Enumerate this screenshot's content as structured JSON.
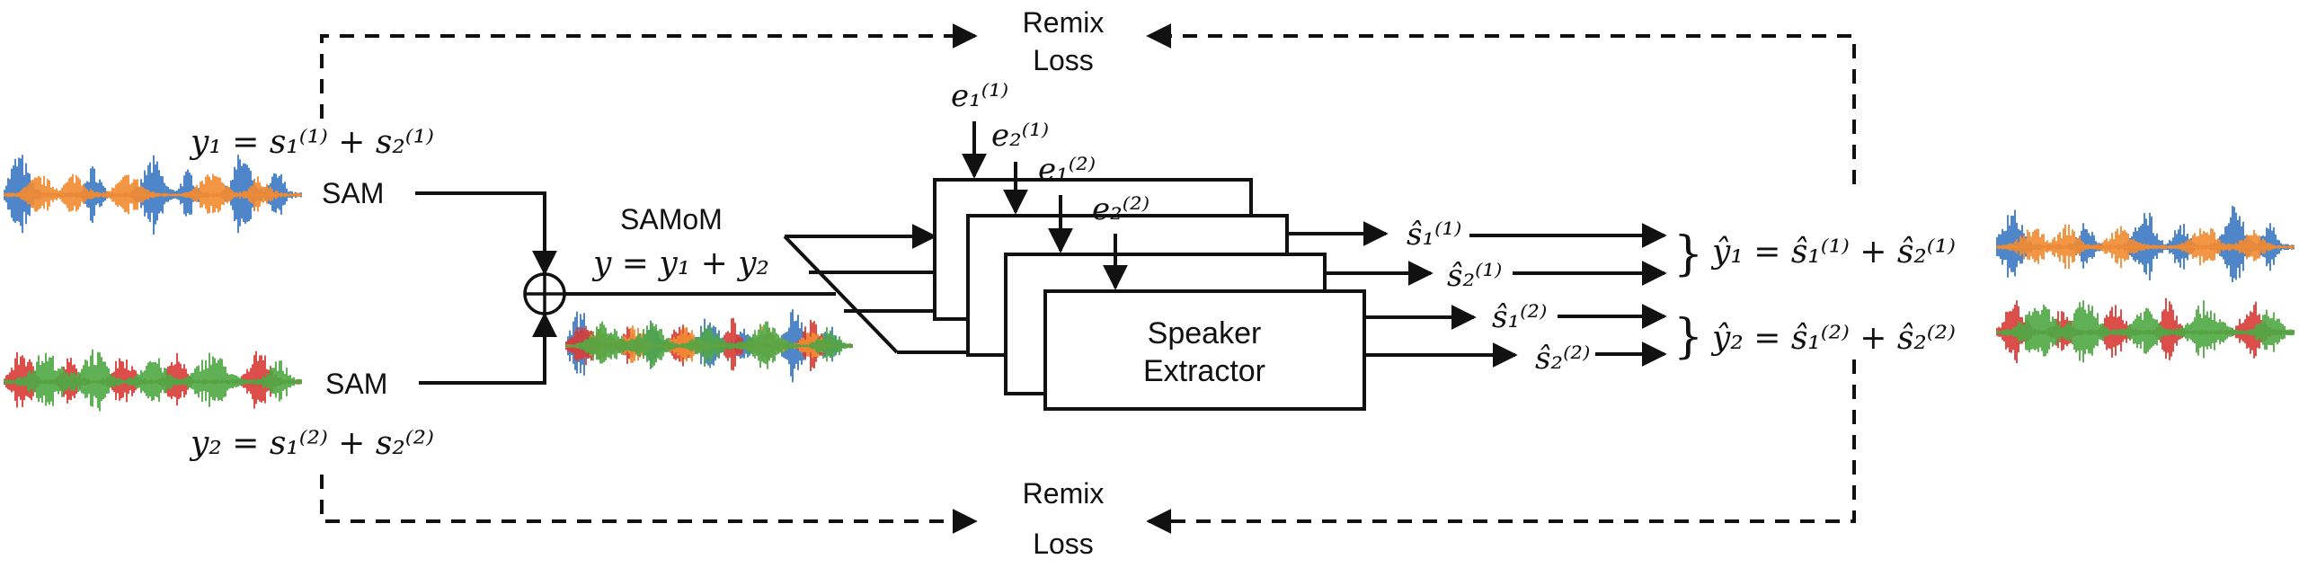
{
  "labels": {
    "remix_loss_top": [
      "Remix",
      "Loss"
    ],
    "remix_loss_bottom": [
      "Remix",
      "Loss"
    ],
    "sam_top": "SAM",
    "sam_bottom": "SAM",
    "samom": "SAMoM",
    "extractor": [
      "Speaker",
      "Extractor"
    ]
  },
  "math": {
    "y1": "y₁ = s₁⁽¹⁾ + s₂⁽¹⁾",
    "y2": "y₂ = s₁⁽²⁾ + s₂⁽²⁾",
    "y": "y = y₁ + y₂",
    "e11": "e₁⁽¹⁾",
    "e21": "e₂⁽¹⁾",
    "e12": "e₁⁽²⁾",
    "e22": "e₂⁽²⁾",
    "s11hat": "ŝ₁⁽¹⁾",
    "s21hat": "ŝ₂⁽¹⁾",
    "s12hat": "ŝ₁⁽²⁾",
    "s22hat": "ŝ₂⁽²⁾",
    "y1hat": "ŷ₁ = ŝ₁⁽¹⁾ + ŝ₂⁽¹⁾",
    "y2hat": "ŷ₂ = ŝ₁⁽²⁾ + ŝ₂⁽²⁾",
    "brace": "}"
  },
  "colors": {
    "speaker_blue": "#3a78c3",
    "speaker_orange": "#f28a30",
    "speaker_red": "#d93a35",
    "speaker_green": "#4ea743",
    "line": "#111111"
  }
}
